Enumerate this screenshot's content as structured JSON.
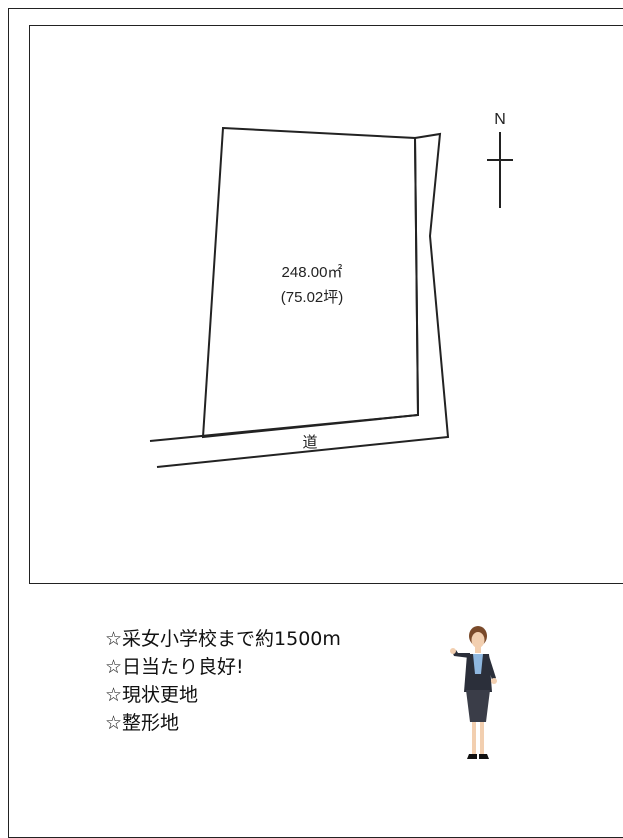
{
  "plan": {
    "north_label": "N",
    "area_sqm": "248.00㎡",
    "area_tsubo": "(75.02坪)",
    "road_label": "道"
  },
  "features": [
    "☆采女小学校まで約1500m",
    "☆日当たり良好!",
    "☆現状更地",
    "☆整形地"
  ],
  "colors": {
    "line": "#222222",
    "background": "#ffffff"
  },
  "icons": {
    "guide_figure": "woman-presenter-illustration",
    "north_arrow": "north-arrow-icon"
  }
}
